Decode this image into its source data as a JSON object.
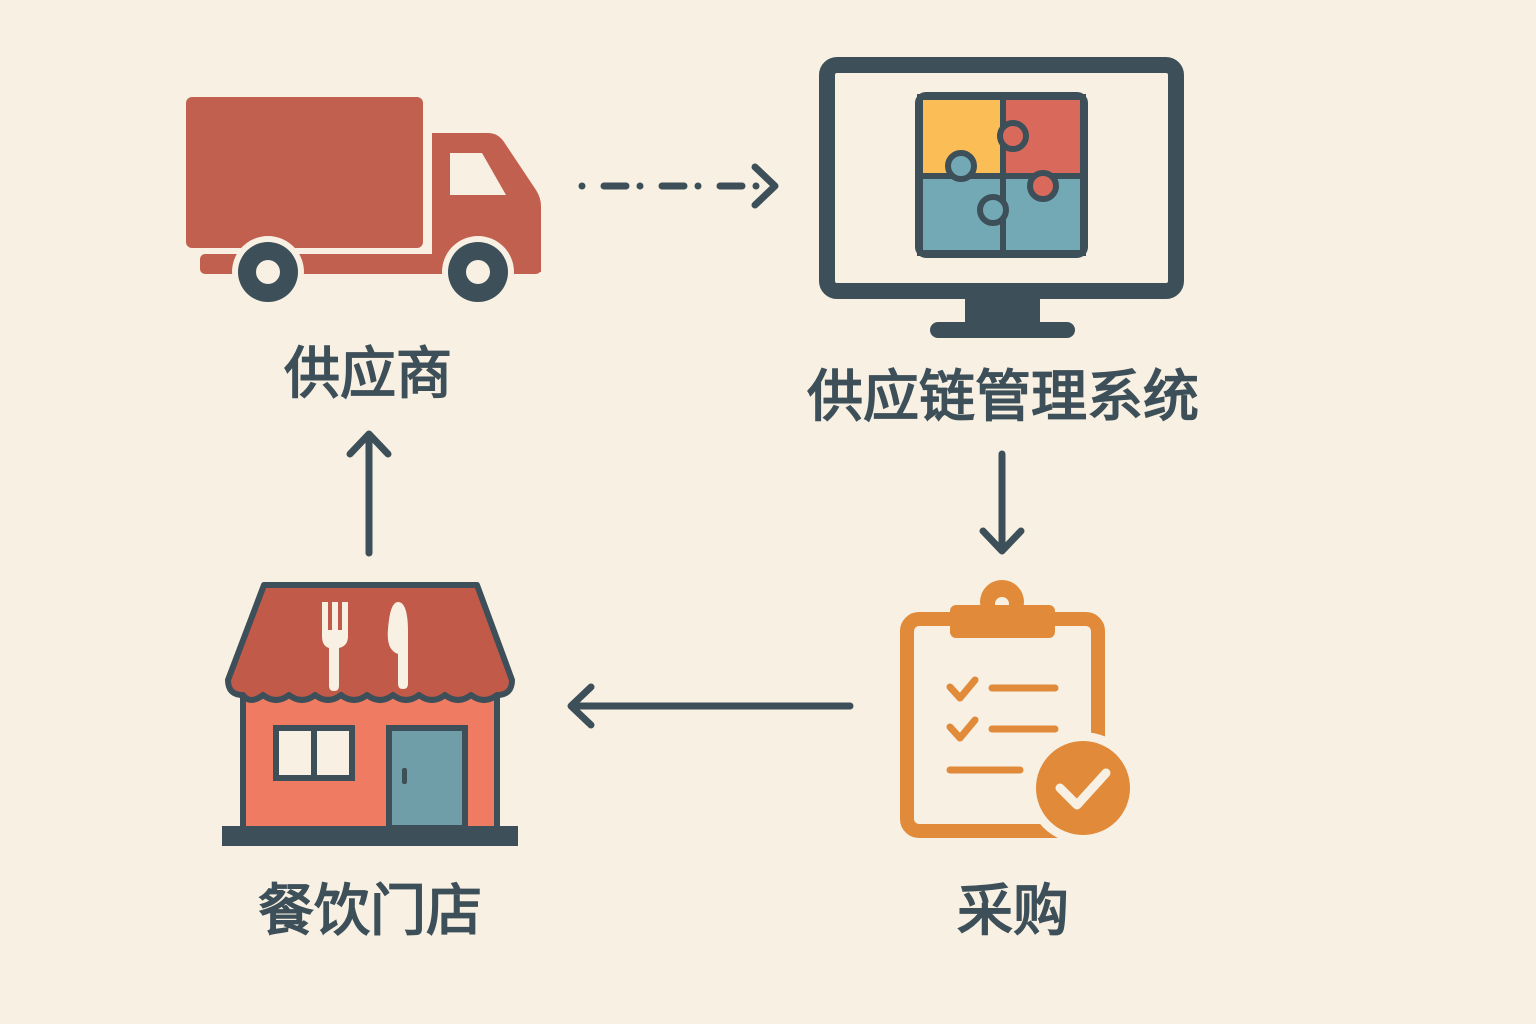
{
  "nodes": {
    "supplier": {
      "label": "供应商"
    },
    "system": {
      "label": "供应链管理系统"
    },
    "procurement": {
      "label": "采购"
    },
    "restaurant": {
      "label": "餐饮门店"
    }
  },
  "colors": {
    "background": "#f8f0e3",
    "dark": "#3d4f58",
    "truck": "#c2604f",
    "roof": "#c25a4a",
    "wall": "#ef7b63",
    "door": "#6f9ea8",
    "clipboard": "#e08a3a",
    "puzzle_yellow": "#fbbd55",
    "puzzle_red": "#d9695a",
    "puzzle_blue": "#72a9b5"
  }
}
